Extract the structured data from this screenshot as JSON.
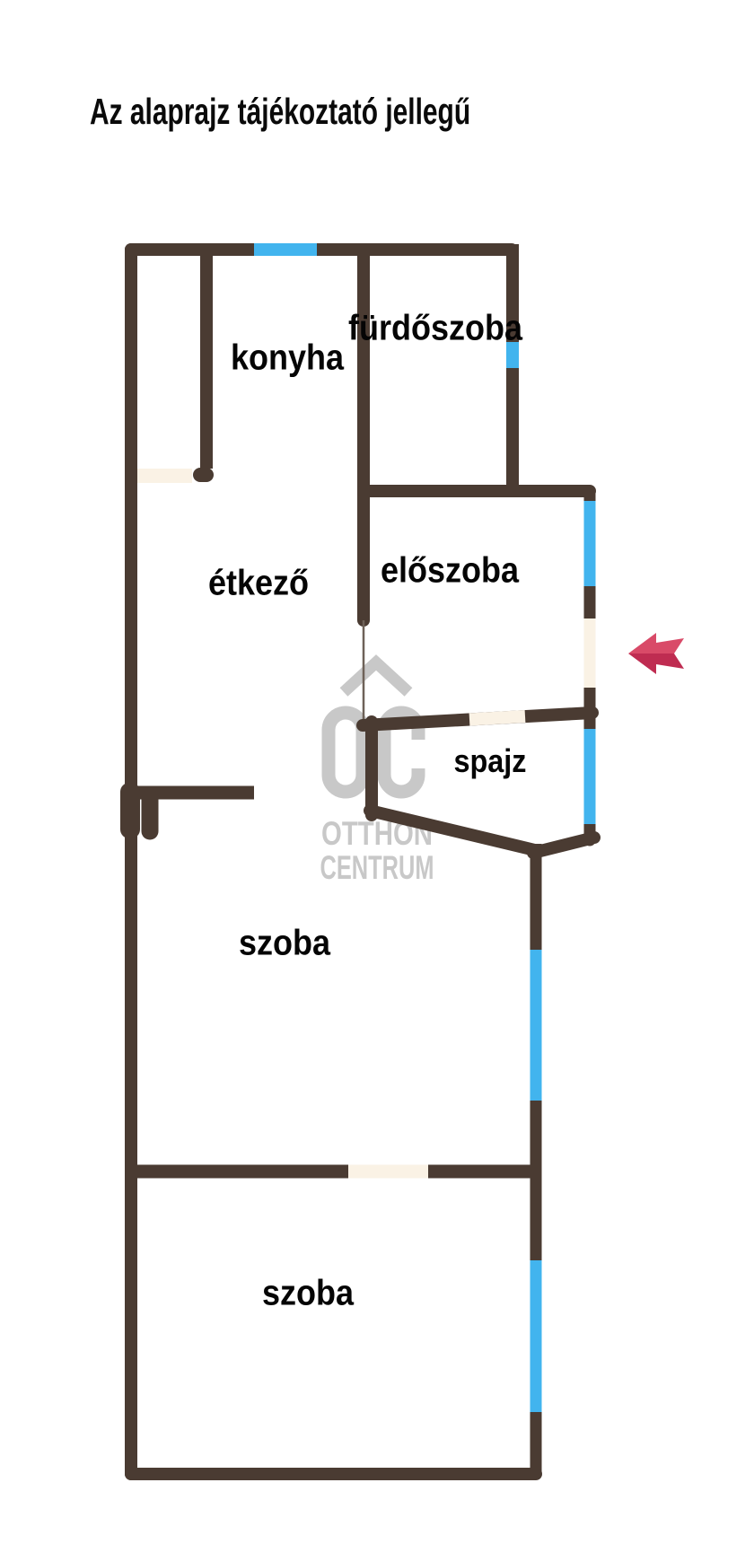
{
  "title": "Az alaprajz tájékoztató jellegű",
  "rooms": [
    {
      "name": "konyha"
    },
    {
      "name": "fürdőszoba"
    },
    {
      "name": "étkező"
    },
    {
      "name": "előszoba"
    },
    {
      "name": "spajz"
    },
    {
      "name": "szoba"
    },
    {
      "name": "szoba"
    }
  ],
  "watermark": {
    "logo": "OC",
    "line1": "OTTHON",
    "line2": "CENTRUM"
  },
  "colors": {
    "wall": "#4a3b32",
    "window": "#42b4ee",
    "door": "#faf2e5",
    "thin": "#6e6258",
    "watermark": "#c8c8c8",
    "arrow_light": "#d94a68",
    "arrow_dark": "#bf2c51",
    "label": "#050505"
  }
}
